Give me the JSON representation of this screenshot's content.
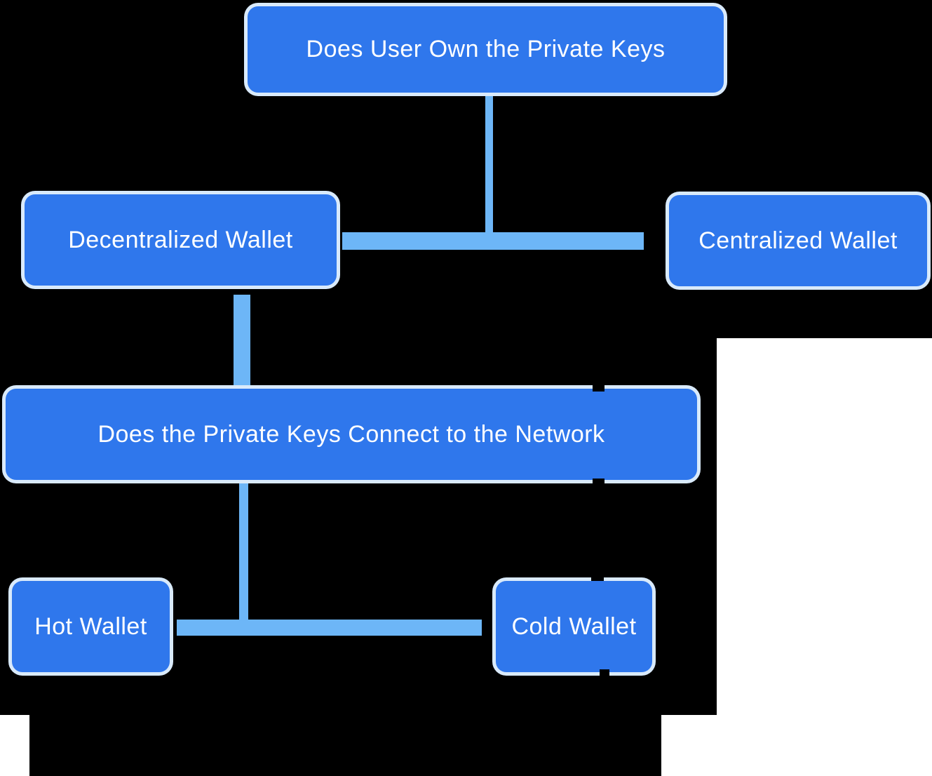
{
  "diagram": {
    "nodes": {
      "root": {
        "label": "Does User Own the Private Keys"
      },
      "decentralized": {
        "label": "Decentralized Wallet"
      },
      "centralized": {
        "label": "Centralized Wallet"
      },
      "network_question": {
        "label": "Does the Private Keys Connect to the Network"
      },
      "hot": {
        "label": "Hot Wallet"
      },
      "cold": {
        "label": "Cold Wallet"
      }
    },
    "edges": [
      {
        "from": "root",
        "to": "decentralized"
      },
      {
        "from": "root",
        "to": "centralized"
      },
      {
        "from": "decentralized",
        "to": "network_question"
      },
      {
        "from": "network_question",
        "to": "hot"
      },
      {
        "from": "network_question",
        "to": "cold"
      }
    ],
    "colors": {
      "canvas_bg": "#000000",
      "node_fill": "#2f77ec",
      "node_glow": "#d9eafb",
      "connector_color": "#6db6f7",
      "label_color": "#ffffff",
      "panel_color": "#ffffff"
    }
  }
}
